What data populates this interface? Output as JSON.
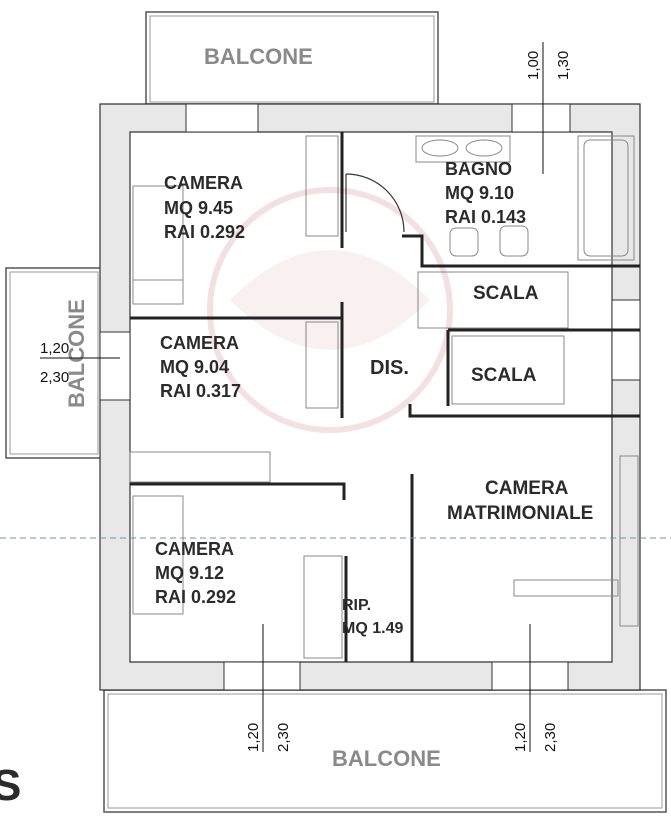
{
  "rooms": {
    "camera_nw": {
      "name": "CAMERA",
      "area": "MQ 9.45",
      "rai": "RAI 0.292"
    },
    "camera_w": {
      "name": "CAMERA",
      "area": "MQ 9.04",
      "rai": "RAI 0.317"
    },
    "camera_sw": {
      "name": "CAMERA",
      "area": "MQ 9.12",
      "rai": "RAI 0.292"
    },
    "bagno": {
      "name": "BAGNO",
      "area": "MQ 9.10",
      "rai": "RAI 0.143"
    },
    "scala_upper": {
      "name": "SCALA"
    },
    "scala_lower": {
      "name": "SCALA"
    },
    "dis": {
      "name": "DIS."
    },
    "camera_matrimoniale": {
      "line1": "CAMERA",
      "line2": "MATRIMONIALE"
    },
    "rip": {
      "name": "RIP.",
      "area": "MQ 1.49"
    }
  },
  "balconies": {
    "top": "BALCONE",
    "left": "BALCONE",
    "bottom": "BALCONE"
  },
  "dimensions": {
    "top_right": {
      "a": "1,00",
      "b": "1,30"
    },
    "left": {
      "a": "1,20",
      "b": "2,30"
    },
    "bottom_left": {
      "a": "1,20",
      "b": "2,30"
    },
    "bottom_right": {
      "a": "1,20",
      "b": "2,30"
    }
  },
  "partial_text": {
    "left_edge": "S"
  },
  "colors": {
    "wall": "#ffffff",
    "wall_outline": "#333333",
    "wall_fill": "#e8e8e8",
    "watermark": "#e0b8b8"
  }
}
